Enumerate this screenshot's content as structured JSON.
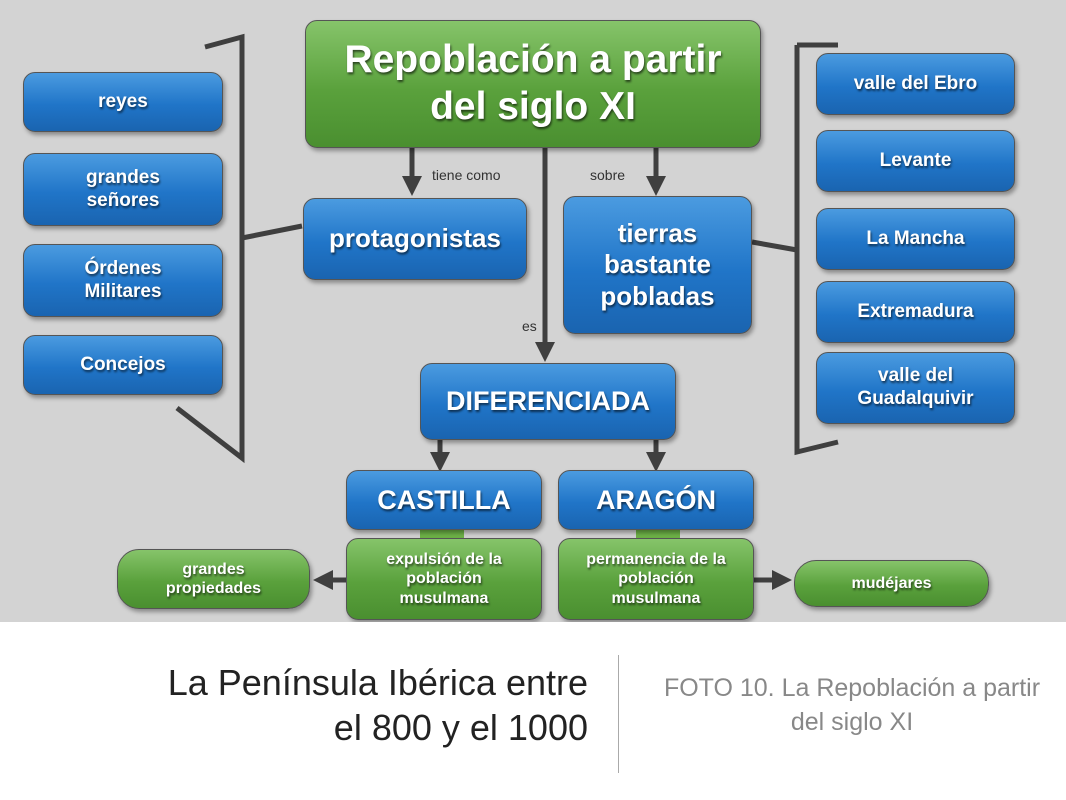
{
  "diagram": {
    "title": "Repoblación a partir del siglo XI",
    "protagonistas": "protagonistas",
    "tierras": "tierras bastante pobladas",
    "diferenciada": "DIFERENCIADA",
    "labels": {
      "tiene_como": "tiene como",
      "sobre": "sobre",
      "es": "es"
    },
    "left_items": [
      "reyes",
      "grandes señores",
      "Órdenes Militares",
      "Concejos"
    ],
    "right_items": [
      "valle del Ebro",
      "Levante",
      "La Mancha",
      "Extremadura",
      "valle del Guadalquivir"
    ],
    "castilla": "CASTILLA",
    "aragon": "ARAGÓN",
    "castilla_detail": "expulsión de la población musulmana",
    "aragon_detail": "permanencia de la población musulmana",
    "grandes_propiedades": "grandes propiedades",
    "mudejares": "mudéjares"
  },
  "footer": {
    "left_title": "La Península Ibérica entre el 800 y el 1000",
    "right_caption": "FOTO 10. La Repoblación a partir del siglo XI"
  }
}
